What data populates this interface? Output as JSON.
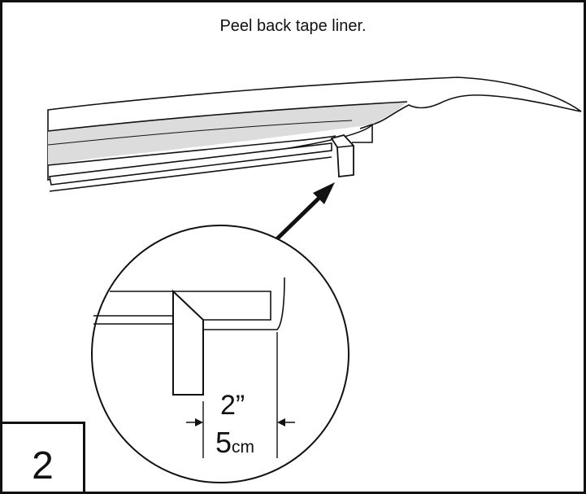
{
  "caption": "Peel back tape liner.",
  "step_number": "2",
  "dimension": {
    "inches_value": "2",
    "inches_unit": "”",
    "cm_value": "5",
    "cm_unit": "cm"
  }
}
